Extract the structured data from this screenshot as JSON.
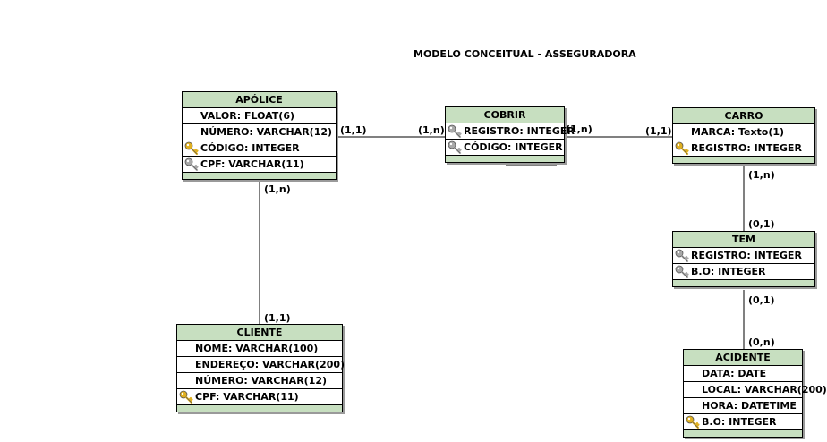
{
  "title": "MODELO CONCEITUAL - ASSEGURADORA",
  "colors": {
    "header": "#c7dfc0",
    "primary_key": "#e0b020",
    "foreign_key": "#a8a8a8"
  },
  "entities": {
    "apolice": {
      "name": "APÓLICE",
      "attrs": [
        {
          "text": "VALOR: FLOAT(6)",
          "key": "none"
        },
        {
          "text": "NÚMERO: VARCHAR(12)",
          "key": "none"
        },
        {
          "text": "CÓDIGO: INTEGER",
          "key": "primary-key-icon"
        },
        {
          "text": "CPF: VARCHAR(11)",
          "key": "foreign-key-icon"
        }
      ]
    },
    "cobrir": {
      "name": "COBRIR",
      "attrs": [
        {
          "text": "REGISTRO: INTEGER",
          "key": "foreign-key-icon"
        },
        {
          "text": "CÓDIGO: INTEGER",
          "key": "foreign-key-icon"
        }
      ]
    },
    "carro": {
      "name": "CARRO",
      "attrs": [
        {
          "text": "MARCA: Texto(1)",
          "key": "none"
        },
        {
          "text": "REGISTRO: INTEGER",
          "key": "primary-key-icon"
        }
      ]
    },
    "tem": {
      "name": "TEM",
      "attrs": [
        {
          "text": "REGISTRO: INTEGER",
          "key": "foreign-key-icon"
        },
        {
          "text": "B.O: INTEGER",
          "key": "foreign-key-icon"
        }
      ]
    },
    "cliente": {
      "name": "CLIENTE",
      "attrs": [
        {
          "text": "NOME: VARCHAR(100)",
          "key": "none"
        },
        {
          "text": "ENDEREÇO: VARCHAR(200)",
          "key": "none"
        },
        {
          "text": "NÚMERO: VARCHAR(12)",
          "key": "none"
        },
        {
          "text": "CPF: VARCHAR(11)",
          "key": "primary-key-icon"
        }
      ]
    },
    "acidente": {
      "name": "ACIDENTE",
      "attrs": [
        {
          "text": "DATA: DATE",
          "key": "none"
        },
        {
          "text": "LOCAL: VARCHAR(200)",
          "key": "none"
        },
        {
          "text": "HORA: DATETIME",
          "key": "none"
        },
        {
          "text": "B.O: INTEGER",
          "key": "primary-key-icon"
        }
      ]
    }
  },
  "cardinalities": {
    "apolice_cobrir": "(1,1)",
    "cobrir_apolice": "(1,n)",
    "cobrir_carro": "(1,n)",
    "carro_cobrir": "(1,1)",
    "apolice_cliente": "(1,n)",
    "cliente_apolice": "(1,1)",
    "carro_tem": "(1,n)",
    "tem_carro": "(0,1)",
    "tem_acidente": "(0,1)",
    "acidente_tem": "(0,n)"
  }
}
